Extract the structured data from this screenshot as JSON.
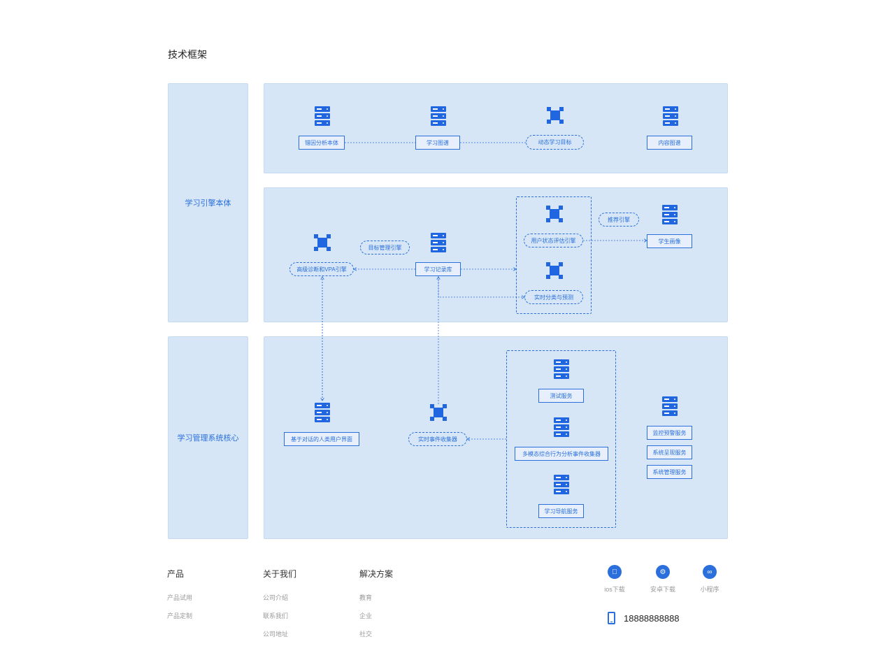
{
  "page": {
    "title": "技术框架"
  },
  "sections": {
    "engine": "学习引擎本体",
    "core": "学习管理系统核心"
  },
  "nodes": {
    "error_ontology": "错因分析本体",
    "knowledge_graph": "学习图谱",
    "dynamic_goal": "动态学习目标",
    "content_graph": "内容图谱",
    "goal_engine": "目标管理引擎",
    "diagnosis_engine": "高级诊断和VPA引擎",
    "learning_record": "学习记录库",
    "user_state_engine": "用户状态评估引擎",
    "recommend_engine": "推荐引擎",
    "student_profile": "学生画像",
    "realtime_classify": "实时分类与预测",
    "dialog_ui": "基于对话的人类用户界面",
    "event_collector": "实时事件收集器",
    "test_service": "测试服务",
    "multimodal_collector": "多模态综合行为分析事件收集器",
    "nav_service": "学习导航服务",
    "monitor_service": "监控预警服务",
    "display_service": "系统呈现服务",
    "admin_service": "系统管理服务"
  },
  "footer": {
    "columns": [
      {
        "heading": "产品",
        "links": [
          "产品试用",
          "产品定制"
        ]
      },
      {
        "heading": "关于我们",
        "links": [
          "公司介绍",
          "联系我们",
          "公司地址"
        ]
      },
      {
        "heading": "解决方案",
        "links": [
          "教育",
          "企业",
          "社交"
        ]
      }
    ],
    "downloads": [
      {
        "icon": "apple-icon",
        "label": "ios下载"
      },
      {
        "icon": "android-icon",
        "label": "安卓下载"
      },
      {
        "icon": "link-icon",
        "label": "小程序"
      }
    ],
    "phone": "18888888888"
  },
  "colors": {
    "accent": "#2a6fdb",
    "panel": "#d6e6f7",
    "icon": "#1f66e0"
  }
}
